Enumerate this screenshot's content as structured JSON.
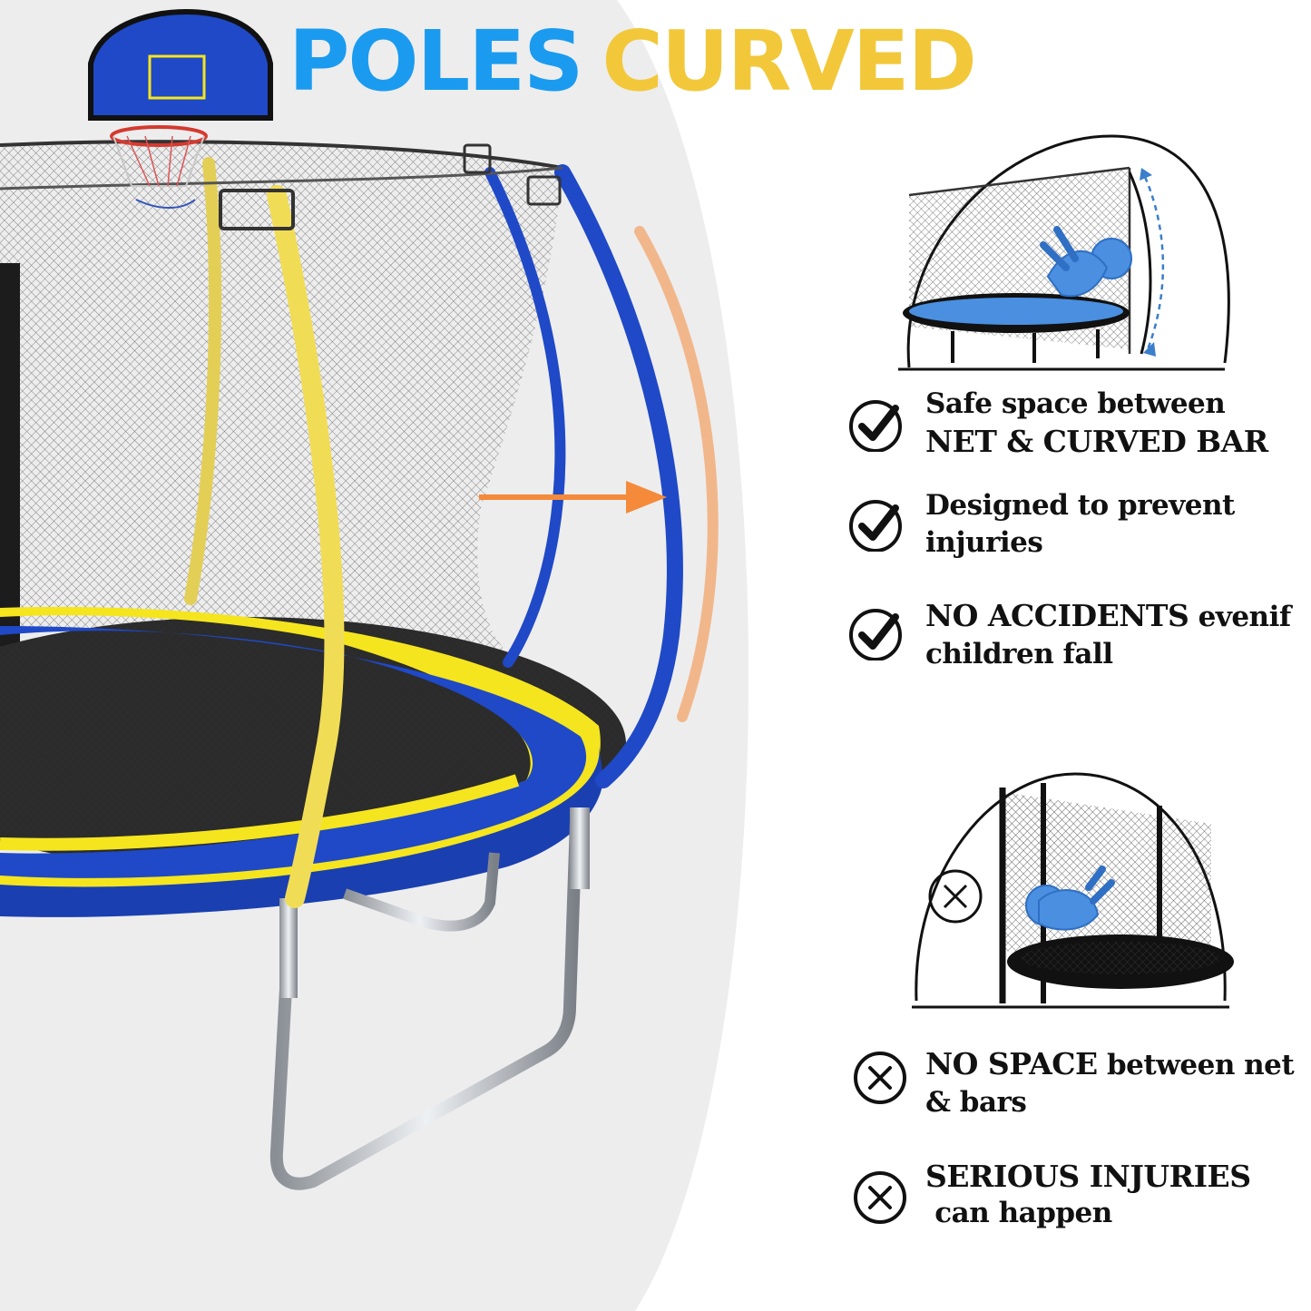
{
  "title": {
    "word1": "POLES",
    "word2": "CURVED"
  },
  "colors": {
    "title_blue": "#1a9bf0",
    "title_yellow": "#f2c83a",
    "trampoline_blue": "#1f49c7",
    "trampoline_yellow": "#f5e51e",
    "arrow_orange": "#f48a3a"
  },
  "pros": [
    {
      "icon": "check-circle-icon",
      "line1": "Safe space between",
      "line2": "NET & CURVED BAR"
    },
    {
      "icon": "check-circle-icon",
      "line1": "Designed to prevent",
      "line2": "injuries"
    },
    {
      "icon": "check-circle-icon",
      "line1_bold": "NO ACCIDENTS",
      "line1_rest": " evenif",
      "line2": "children fall"
    }
  ],
  "cons": [
    {
      "icon": "x-circle-icon",
      "line1_bold": "NO SPACE",
      "line1_rest": " between net",
      "line2": "& bars"
    },
    {
      "icon": "x-circle-icon",
      "line1": "SERIOUS INJURIES",
      "line2": " can happen"
    }
  ]
}
